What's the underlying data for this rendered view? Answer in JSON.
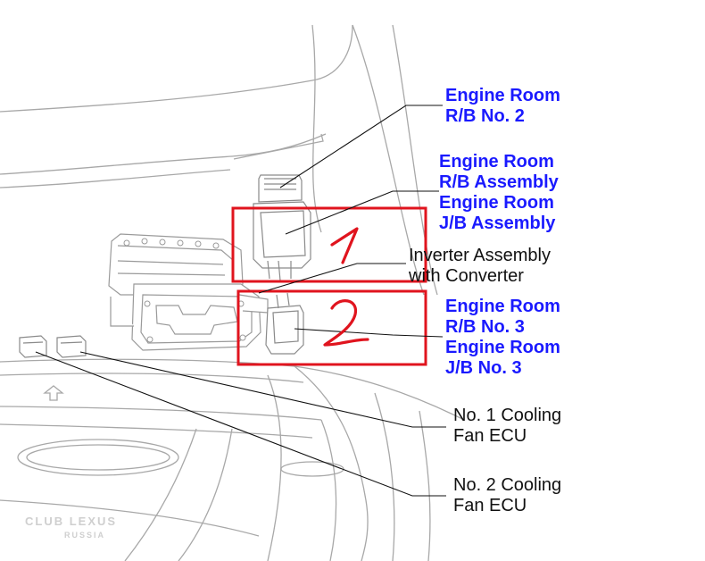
{
  "labels": {
    "rb2": [
      "Engine Room",
      "R/B No. 2"
    ],
    "rb_assembly": [
      "Engine Room",
      "R/B Assembly",
      "Engine Room",
      "J/B Assembly"
    ],
    "inverter": [
      "Inverter Assembly",
      "with Converter"
    ],
    "rb3": [
      "Engine Room",
      "R/B No. 3",
      "Engine Room",
      "J/B No. 3"
    ],
    "fan1": [
      "No. 1 Cooling",
      "Fan ECU"
    ],
    "fan2": [
      "No. 2 Cooling",
      "Fan ECU"
    ]
  },
  "annotations": {
    "box1_number": "1",
    "box2_number": "2"
  },
  "watermark": {
    "line1": "CLUB LEXUS",
    "line2": "RUSSIA"
  },
  "colors": {
    "label_blue": "#1a1aff",
    "highlight_red": "#e0141e",
    "drawing_gray": "#a8a8a8",
    "leader_black": "#111111"
  }
}
